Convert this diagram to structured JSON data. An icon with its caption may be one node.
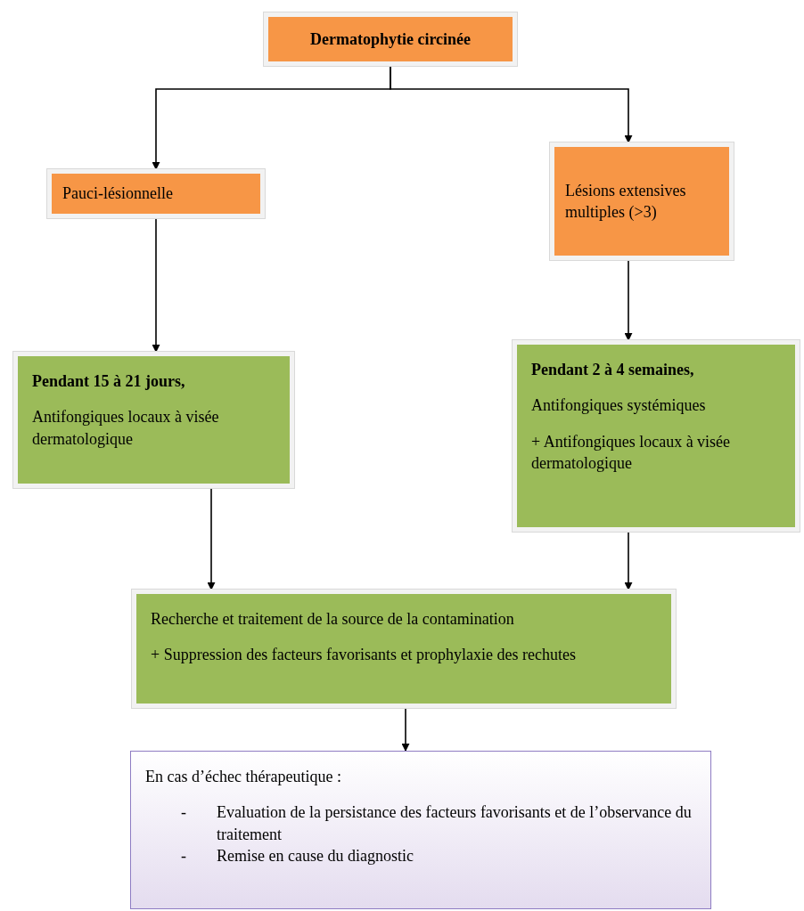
{
  "diagram": {
    "nodes": [
      {
        "text": [
          "Dermatophytie circinée"
        ]
      },
      {
        "text": [
          "Pauci-lésionnelle"
        ]
      },
      {
        "text": [
          "Lésions extensives multiples (>3)"
        ]
      },
      {
        "text": [
          "Pendant 15 à 21 jours,",
          "Antifongiques locaux à visée dermatologique"
        ]
      },
      {
        "text": [
          "Pendant 2 à 4 semaines,",
          "Antifongiques systémiques",
          "+ Antifongiques locaux à visée dermatologique"
        ]
      },
      {
        "text": [
          "Recherche et traitement de la source de la contamination",
          "+ Suppression des facteurs favorisants et prophylaxie des rechutes"
        ]
      },
      {
        "text": [
          "En cas d’échec thérapeutique :",
          "-",
          "Evaluation de la persistance des facteurs favorisants et de l’observance du traitement",
          "-",
          "Remise en cause du diagnostic"
        ]
      }
    ],
    "edges": [
      {
        "from": 0,
        "to": 1,
        "arrow": "to"
      },
      {
        "from": 0,
        "to": 2,
        "arrow": "to"
      },
      {
        "from": 1,
        "to": 3,
        "arrow": "to"
      },
      {
        "from": 2,
        "to": 4,
        "arrow": "to"
      },
      {
        "from": 3,
        "to": 5,
        "arrow": "to"
      },
      {
        "from": 4,
        "to": 5,
        "arrow": "to"
      },
      {
        "from": 5,
        "to": 6,
        "arrow": "to"
      }
    ]
  }
}
